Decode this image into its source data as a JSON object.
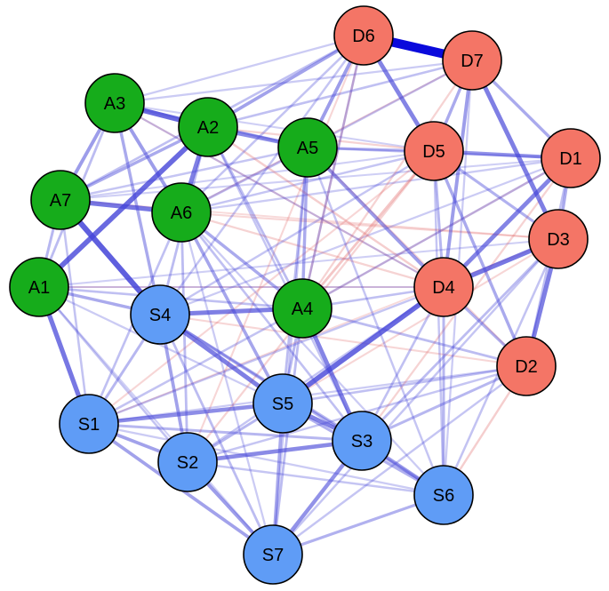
{
  "colors": {
    "group_A": "#16ac1b",
    "group_D": "#f47566",
    "group_S": "#5f9cf6",
    "positive_edge": "#4545d8",
    "negative_edge": "#e06060",
    "background": "#ffffff"
  },
  "groups": {
    "A": [
      "A1",
      "A2",
      "A3",
      "A4",
      "A5",
      "A6",
      "A7"
    ],
    "D": [
      "D1",
      "D2",
      "D3",
      "D4",
      "D5",
      "D6",
      "D7"
    ],
    "S": [
      "S1",
      "S2",
      "S3",
      "S4",
      "S5",
      "S6",
      "S7"
    ]
  },
  "nodes": [
    {
      "id": "A1",
      "label": "A1",
      "group": "A"
    },
    {
      "id": "A2",
      "label": "A2",
      "group": "A"
    },
    {
      "id": "A3",
      "label": "A3",
      "group": "A"
    },
    {
      "id": "A4",
      "label": "A4",
      "group": "A"
    },
    {
      "id": "A5",
      "label": "A5",
      "group": "A"
    },
    {
      "id": "A6",
      "label": "A6",
      "group": "A"
    },
    {
      "id": "A7",
      "label": "A7",
      "group": "A"
    },
    {
      "id": "D1",
      "label": "D1",
      "group": "D"
    },
    {
      "id": "D2",
      "label": "D2",
      "group": "D"
    },
    {
      "id": "D3",
      "label": "D3",
      "group": "D"
    },
    {
      "id": "D4",
      "label": "D4",
      "group": "D"
    },
    {
      "id": "D5",
      "label": "D5",
      "group": "D"
    },
    {
      "id": "D6",
      "label": "D6",
      "group": "D"
    },
    {
      "id": "D7",
      "label": "D7",
      "group": "D"
    },
    {
      "id": "S1",
      "label": "S1",
      "group": "S"
    },
    {
      "id": "S2",
      "label": "S2",
      "group": "S"
    },
    {
      "id": "S3",
      "label": "S3",
      "group": "S"
    },
    {
      "id": "S4",
      "label": "S4",
      "group": "S"
    },
    {
      "id": "S5",
      "label": "S5",
      "group": "S"
    },
    {
      "id": "S6",
      "label": "S6",
      "group": "S"
    },
    {
      "id": "S7",
      "label": "S7",
      "group": "S"
    }
  ],
  "edges": [
    {
      "from": "D6",
      "to": "D7",
      "weight": 1.0,
      "sign": "positive"
    },
    {
      "from": "A7",
      "to": "S4",
      "weight": 0.55,
      "sign": "positive"
    },
    {
      "from": "A1",
      "to": "A2",
      "weight": 0.5,
      "sign": "positive"
    },
    {
      "from": "S5",
      "to": "D4",
      "weight": 0.5,
      "sign": "positive"
    },
    {
      "from": "A3",
      "to": "A2",
      "weight": 0.5,
      "sign": "positive"
    },
    {
      "from": "D4",
      "to": "D3",
      "weight": 0.45,
      "sign": "positive"
    },
    {
      "from": "A1",
      "to": "S1",
      "weight": 0.45,
      "sign": "positive"
    },
    {
      "from": "A7",
      "to": "A6",
      "weight": 0.45,
      "sign": "positive"
    },
    {
      "from": "D3",
      "to": "D2",
      "weight": 0.42,
      "sign": "positive"
    },
    {
      "from": "D7",
      "to": "D3",
      "weight": 0.42,
      "sign": "positive"
    },
    {
      "from": "S4",
      "to": "A4",
      "weight": 0.42,
      "sign": "positive"
    },
    {
      "from": "S4",
      "to": "S5",
      "weight": 0.42,
      "sign": "positive"
    },
    {
      "from": "A2",
      "to": "A6",
      "weight": 0.42,
      "sign": "positive"
    },
    {
      "from": "D1",
      "to": "D4",
      "weight": 0.4,
      "sign": "positive"
    },
    {
      "from": "D6",
      "to": "D5",
      "weight": 0.4,
      "sign": "positive"
    },
    {
      "from": "A4",
      "to": "S3",
      "weight": 0.4,
      "sign": "positive"
    },
    {
      "from": "S5",
      "to": "S3",
      "weight": 0.4,
      "sign": "positive"
    },
    {
      "from": "A2",
      "to": "A5",
      "weight": 0.38,
      "sign": "positive"
    },
    {
      "from": "S2",
      "to": "S3",
      "weight": 0.38,
      "sign": "positive"
    },
    {
      "from": "S1",
      "to": "S5",
      "weight": 0.36,
      "sign": "positive"
    },
    {
      "from": "S7",
      "to": "S3",
      "weight": 0.35,
      "sign": "positive"
    },
    {
      "from": "D5",
      "to": "D1",
      "weight": 0.33,
      "sign": "positive"
    },
    {
      "from": "A5",
      "to": "D4",
      "weight": 0.3,
      "sign": "positive"
    },
    {
      "from": "D7",
      "to": "D4",
      "weight": 0.3,
      "sign": "positive"
    },
    {
      "from": "S3",
      "to": "S6",
      "weight": 0.3,
      "sign": "positive"
    },
    {
      "from": "A3",
      "to": "A6",
      "weight": 0.3,
      "sign": "positive"
    },
    {
      "from": "A3",
      "to": "A7",
      "weight": 0.3,
      "sign": "positive"
    },
    {
      "from": "A5",
      "to": "D6",
      "weight": 0.3,
      "sign": "positive"
    },
    {
      "from": "A2",
      "to": "D6",
      "weight": 0.28,
      "sign": "positive"
    },
    {
      "from": "S2",
      "to": "S7",
      "weight": 0.3,
      "sign": "positive"
    },
    {
      "from": "S1",
      "to": "S2",
      "weight": 0.28,
      "sign": "positive"
    },
    {
      "from": "S1",
      "to": "S7",
      "weight": 0.28,
      "sign": "positive"
    },
    {
      "from": "S4",
      "to": "S2",
      "weight": 0.28,
      "sign": "positive"
    },
    {
      "from": "A6",
      "to": "S5",
      "weight": 0.27,
      "sign": "positive"
    },
    {
      "from": "A1",
      "to": "S4",
      "weight": 0.25,
      "sign": "positive"
    },
    {
      "from": "A7",
      "to": "A2",
      "weight": 0.25,
      "sign": "positive"
    },
    {
      "from": "A3",
      "to": "S4",
      "weight": 0.25,
      "sign": "positive"
    },
    {
      "from": "A5",
      "to": "A4",
      "weight": 0.25,
      "sign": "positive"
    },
    {
      "from": "A6",
      "to": "A4",
      "weight": 0.25,
      "sign": "positive"
    },
    {
      "from": "D5",
      "to": "D7",
      "weight": 0.25,
      "sign": "positive"
    },
    {
      "from": "D5",
      "to": "D2",
      "weight": 0.25,
      "sign": "positive"
    },
    {
      "from": "D7",
      "to": "D1",
      "weight": 0.25,
      "sign": "positive"
    },
    {
      "from": "D5",
      "to": "D3",
      "weight": 0.22,
      "sign": "positive"
    },
    {
      "from": "S5",
      "to": "S7",
      "weight": 0.25,
      "sign": "positive"
    },
    {
      "from": "S5",
      "to": "S6",
      "weight": 0.22,
      "sign": "positive"
    },
    {
      "from": "S4",
      "to": "S6",
      "weight": 0.22,
      "sign": "positive"
    },
    {
      "from": "S1",
      "to": "S3",
      "weight": 0.2,
      "sign": "positive"
    },
    {
      "from": "S2",
      "to": "S5",
      "weight": 0.2,
      "sign": "positive"
    },
    {
      "from": "S7",
      "to": "S6",
      "weight": 0.22,
      "sign": "positive"
    },
    {
      "from": "S1",
      "to": "S4",
      "weight": 0.2,
      "sign": "positive"
    },
    {
      "from": "S4",
      "to": "S3",
      "weight": 0.2,
      "sign": "positive"
    },
    {
      "from": "S4",
      "to": "S7",
      "weight": 0.18,
      "sign": "positive"
    },
    {
      "from": "S3",
      "to": "D2",
      "weight": 0.2,
      "sign": "positive"
    },
    {
      "from": "S5",
      "to": "D2",
      "weight": 0.16,
      "sign": "positive"
    },
    {
      "from": "S3",
      "to": "D3",
      "weight": 0.18,
      "sign": "positive"
    },
    {
      "from": "A4",
      "to": "D2",
      "weight": 0.18,
      "sign": "positive"
    },
    {
      "from": "A4",
      "to": "D1",
      "weight": 0.15,
      "sign": "positive"
    },
    {
      "from": "A4",
      "to": "D4",
      "weight": 0.16,
      "sign": "positive"
    },
    {
      "from": "A4",
      "to": "D6",
      "weight": 0.16,
      "sign": "positive"
    },
    {
      "from": "A4",
      "to": "S5",
      "weight": 0.2,
      "sign": "positive"
    },
    {
      "from": "A4",
      "to": "S7",
      "weight": 0.18,
      "sign": "positive"
    },
    {
      "from": "A4",
      "to": "S1",
      "weight": 0.15,
      "sign": "positive"
    },
    {
      "from": "A5",
      "to": "D5",
      "weight": 0.2,
      "sign": "positive"
    },
    {
      "from": "A5",
      "to": "D1",
      "weight": 0.16,
      "sign": "positive"
    },
    {
      "from": "A5",
      "to": "S5",
      "weight": 0.18,
      "sign": "positive"
    },
    {
      "from": "A5",
      "to": "S7",
      "weight": 0.14,
      "sign": "positive"
    },
    {
      "from": "A5",
      "to": "A6",
      "weight": 0.18,
      "sign": "positive"
    },
    {
      "from": "A2",
      "to": "A4",
      "weight": 0.18,
      "sign": "positive"
    },
    {
      "from": "A2",
      "to": "S4",
      "weight": 0.18,
      "sign": "positive"
    },
    {
      "from": "A2",
      "to": "D7",
      "weight": 0.16,
      "sign": "positive"
    },
    {
      "from": "A2",
      "to": "S3",
      "weight": 0.14,
      "sign": "positive"
    },
    {
      "from": "A3",
      "to": "A5",
      "weight": 0.18,
      "sign": "positive"
    },
    {
      "from": "A3",
      "to": "A1",
      "weight": 0.18,
      "sign": "positive"
    },
    {
      "from": "A3",
      "to": "D6",
      "weight": 0.12,
      "sign": "positive"
    },
    {
      "from": "A7",
      "to": "A1",
      "weight": 0.2,
      "sign": "positive"
    },
    {
      "from": "A7",
      "to": "S1",
      "weight": 0.15,
      "sign": "positive"
    },
    {
      "from": "A7",
      "to": "A5",
      "weight": 0.14,
      "sign": "positive"
    },
    {
      "from": "A6",
      "to": "S2",
      "weight": 0.18,
      "sign": "positive"
    },
    {
      "from": "A6",
      "to": "S3",
      "weight": 0.16,
      "sign": "positive"
    },
    {
      "from": "A6",
      "to": "S1",
      "weight": 0.16,
      "sign": "positive"
    },
    {
      "from": "A6",
      "to": "D6",
      "weight": 0.15,
      "sign": "positive"
    },
    {
      "from": "A6",
      "to": "D1",
      "weight": 0.12,
      "sign": "positive"
    },
    {
      "from": "A1",
      "to": "A4",
      "weight": 0.16,
      "sign": "positive"
    },
    {
      "from": "A1",
      "to": "S2",
      "weight": 0.15,
      "sign": "positive"
    },
    {
      "from": "A1",
      "to": "S5",
      "weight": 0.12,
      "sign": "positive"
    },
    {
      "from": "D4",
      "to": "D2",
      "weight": 0.22,
      "sign": "positive"
    },
    {
      "from": "D4",
      "to": "D5",
      "weight": 0.2,
      "sign": "positive"
    },
    {
      "from": "D4",
      "to": "S6",
      "weight": 0.2,
      "sign": "positive"
    },
    {
      "from": "D4",
      "to": "S1",
      "weight": 0.14,
      "sign": "positive"
    },
    {
      "from": "D4",
      "to": "S2",
      "weight": 0.14,
      "sign": "positive"
    },
    {
      "from": "D4",
      "to": "S3",
      "weight": 0.16,
      "sign": "positive"
    },
    {
      "from": "D4",
      "to": "A3",
      "weight": 0.12,
      "sign": "positive"
    },
    {
      "from": "D1",
      "to": "D3",
      "weight": 0.25,
      "sign": "positive"
    },
    {
      "from": "D1",
      "to": "S4",
      "weight": 0.12,
      "sign": "positive"
    },
    {
      "from": "D1",
      "to": "D2",
      "weight": 0.16,
      "sign": "positive"
    },
    {
      "from": "D3",
      "to": "S6",
      "weight": 0.15,
      "sign": "positive"
    },
    {
      "from": "D3",
      "to": "S7",
      "weight": 0.14,
      "sign": "positive"
    },
    {
      "from": "D2",
      "to": "S2",
      "weight": 0.14,
      "sign": "positive"
    },
    {
      "from": "D2",
      "to": "S1",
      "weight": 0.12,
      "sign": "positive"
    },
    {
      "from": "D2",
      "to": "S7",
      "weight": 0.14,
      "sign": "positive"
    },
    {
      "from": "D5",
      "to": "S4",
      "weight": 0.14,
      "sign": "positive"
    },
    {
      "from": "D5",
      "to": "A6",
      "weight": 0.14,
      "sign": "positive"
    },
    {
      "from": "D5",
      "to": "S6",
      "weight": 0.14,
      "sign": "positive"
    },
    {
      "from": "D6",
      "to": "A7",
      "weight": 0.16,
      "sign": "positive"
    },
    {
      "from": "D6",
      "to": "S4",
      "weight": 0.14,
      "sign": "positive"
    },
    {
      "from": "D7",
      "to": "A5",
      "weight": 0.14,
      "sign": "positive"
    },
    {
      "from": "D7",
      "to": "S6",
      "weight": 0.12,
      "sign": "positive"
    },
    {
      "from": "S6",
      "to": "A5",
      "weight": 0.14,
      "sign": "positive"
    },
    {
      "from": "S6",
      "to": "A6",
      "weight": 0.12,
      "sign": "positive"
    },
    {
      "from": "S6",
      "to": "S2",
      "weight": 0.14,
      "sign": "positive"
    },
    {
      "from": "S6",
      "to": "S1",
      "weight": 0.12,
      "sign": "positive"
    },
    {
      "from": "S7",
      "to": "A6",
      "weight": 0.12,
      "sign": "positive"
    },
    {
      "from": "S7",
      "to": "A1",
      "weight": 0.1,
      "sign": "positive"
    },
    {
      "from": "A3",
      "to": "D5",
      "weight": 0.1,
      "sign": "positive"
    },
    {
      "from": "A7",
      "to": "D5",
      "weight": 0.1,
      "sign": "positive"
    },
    {
      "from": "A1",
      "to": "D3",
      "weight": 0.1,
      "sign": "positive"
    },
    {
      "from": "A7",
      "to": "D1",
      "weight": 0.1,
      "sign": "positive"
    },
    {
      "from": "A3",
      "to": "D7",
      "weight": 0.12,
      "sign": "positive"
    },
    {
      "from": "A1",
      "to": "D4",
      "weight": 0.1,
      "sign": "positive"
    },
    {
      "from": "D6",
      "to": "A4",
      "weight": 0.14,
      "sign": "negative"
    },
    {
      "from": "D5",
      "to": "A4",
      "weight": 0.18,
      "sign": "negative"
    },
    {
      "from": "D5",
      "to": "S2",
      "weight": 0.12,
      "sign": "negative"
    },
    {
      "from": "D7",
      "to": "A4",
      "weight": 0.12,
      "sign": "negative"
    },
    {
      "from": "D4",
      "to": "A6",
      "weight": 0.12,
      "sign": "negative"
    },
    {
      "from": "A3",
      "to": "D4",
      "weight": 0.1,
      "sign": "negative"
    },
    {
      "from": "A2",
      "to": "D4",
      "weight": 0.14,
      "sign": "negative"
    },
    {
      "from": "A2",
      "to": "D5",
      "weight": 0.12,
      "sign": "negative"
    },
    {
      "from": "A6",
      "to": "D3",
      "weight": 0.1,
      "sign": "negative"
    },
    {
      "from": "D2",
      "to": "S6",
      "weight": 0.14,
      "sign": "negative"
    },
    {
      "from": "D3",
      "to": "S5",
      "weight": 0.1,
      "sign": "negative"
    },
    {
      "from": "D2",
      "to": "S4",
      "weight": 0.1,
      "sign": "negative"
    },
    {
      "from": "D1",
      "to": "S3",
      "weight": 0.12,
      "sign": "negative"
    },
    {
      "from": "D1",
      "to": "A4",
      "weight": 0.1,
      "sign": "negative"
    },
    {
      "from": "D5",
      "to": "S1",
      "weight": 0.1,
      "sign": "negative"
    },
    {
      "from": "D3",
      "to": "S1",
      "weight": 0.08,
      "sign": "negative"
    },
    {
      "from": "D6",
      "to": "S2",
      "weight": 0.1,
      "sign": "negative"
    },
    {
      "from": "D4",
      "to": "A1",
      "weight": 0.08,
      "sign": "negative"
    },
    {
      "from": "D2",
      "to": "A5",
      "weight": 0.1,
      "sign": "negative"
    },
    {
      "from": "D3",
      "to": "A7",
      "weight": 0.08,
      "sign": "negative"
    },
    {
      "from": "D7",
      "to": "A6",
      "weight": 0.1,
      "sign": "negative"
    }
  ]
}
